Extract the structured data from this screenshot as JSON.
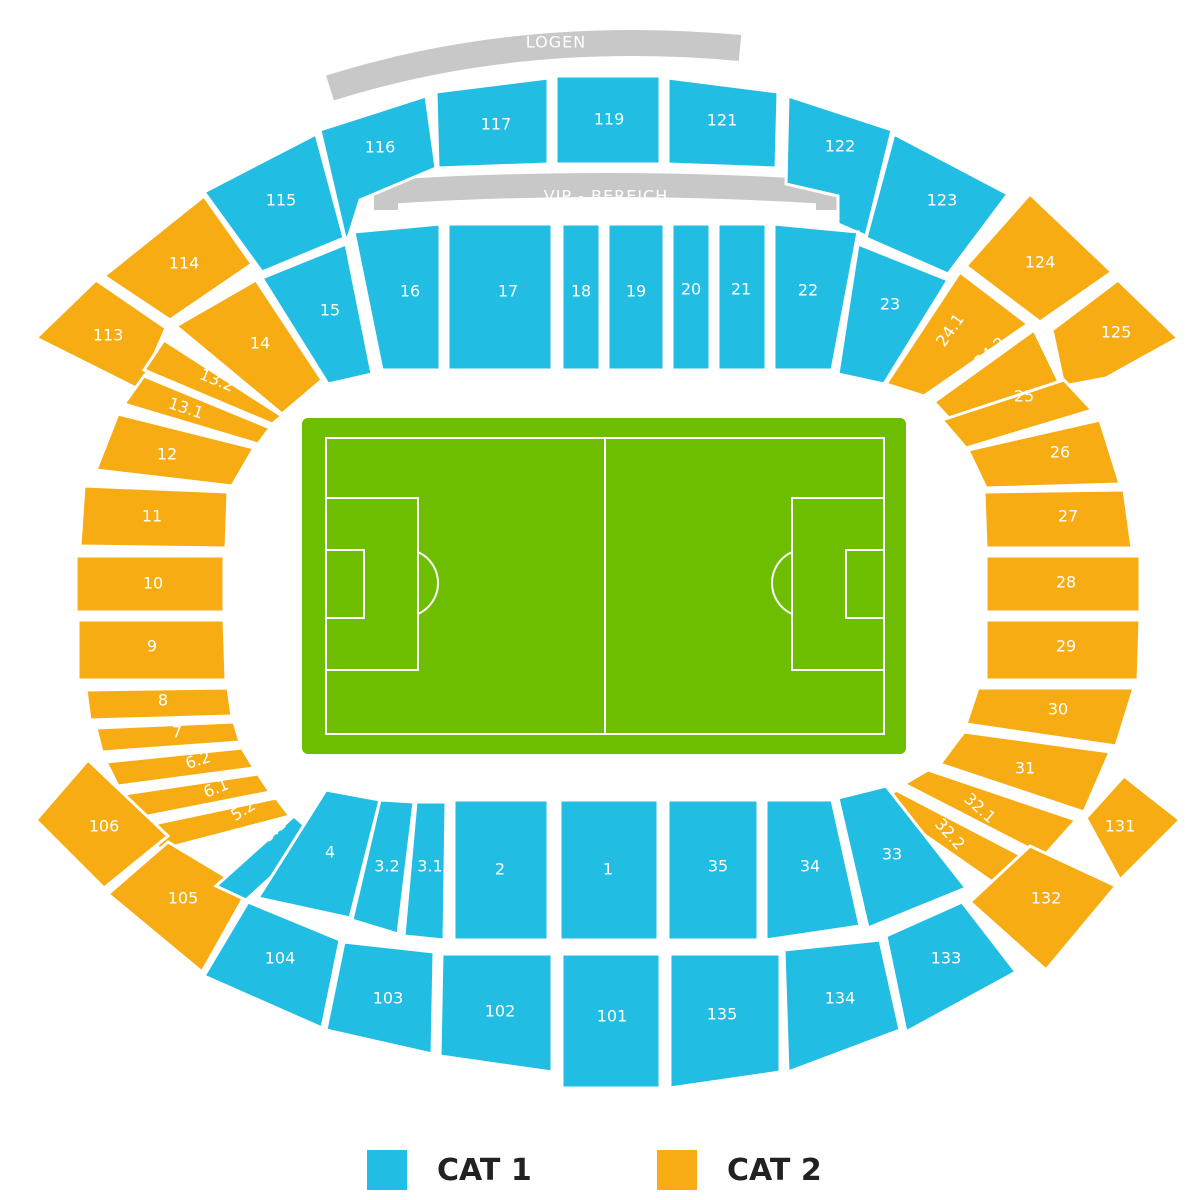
{
  "colors": {
    "cat1": "#21bde3",
    "cat2": "#f6ac12",
    "pitch": "#6dbe00",
    "band": "#c8c8c8"
  },
  "bands": {
    "logen": "LOGEN",
    "vip": "VIP - BEREICH"
  },
  "legend": [
    {
      "label": "CAT 1",
      "color": "#21bde3"
    },
    {
      "label": "CAT 2",
      "color": "#f6ac12"
    }
  ],
  "sections": {
    "top_outer": [
      "116",
      "117",
      "119",
      "121",
      "122"
    ],
    "top_inner": [
      "16",
      "17",
      "18",
      "19",
      "20",
      "21",
      "22"
    ],
    "north_corners": [
      "115",
      "15",
      "23",
      "123"
    ],
    "west_orange": [
      "114",
      "113",
      "14",
      "13.2",
      "13.1",
      "12",
      "11",
      "10",
      "9",
      "8",
      "7",
      "6.2",
      "6.1",
      "5.2",
      "106",
      "105"
    ],
    "east_orange": [
      "124",
      "125",
      "24.1",
      "24.2",
      "25",
      "26",
      "27",
      "28",
      "29",
      "30",
      "31",
      "32.1",
      "32.2",
      "131",
      "132"
    ],
    "bottom_inner": [
      "5.1",
      "4",
      "3.2",
      "3.1",
      "2",
      "1",
      "35",
      "34",
      "33"
    ],
    "bottom_outer": [
      "104",
      "103",
      "102",
      "101",
      "135",
      "134",
      "133"
    ]
  }
}
